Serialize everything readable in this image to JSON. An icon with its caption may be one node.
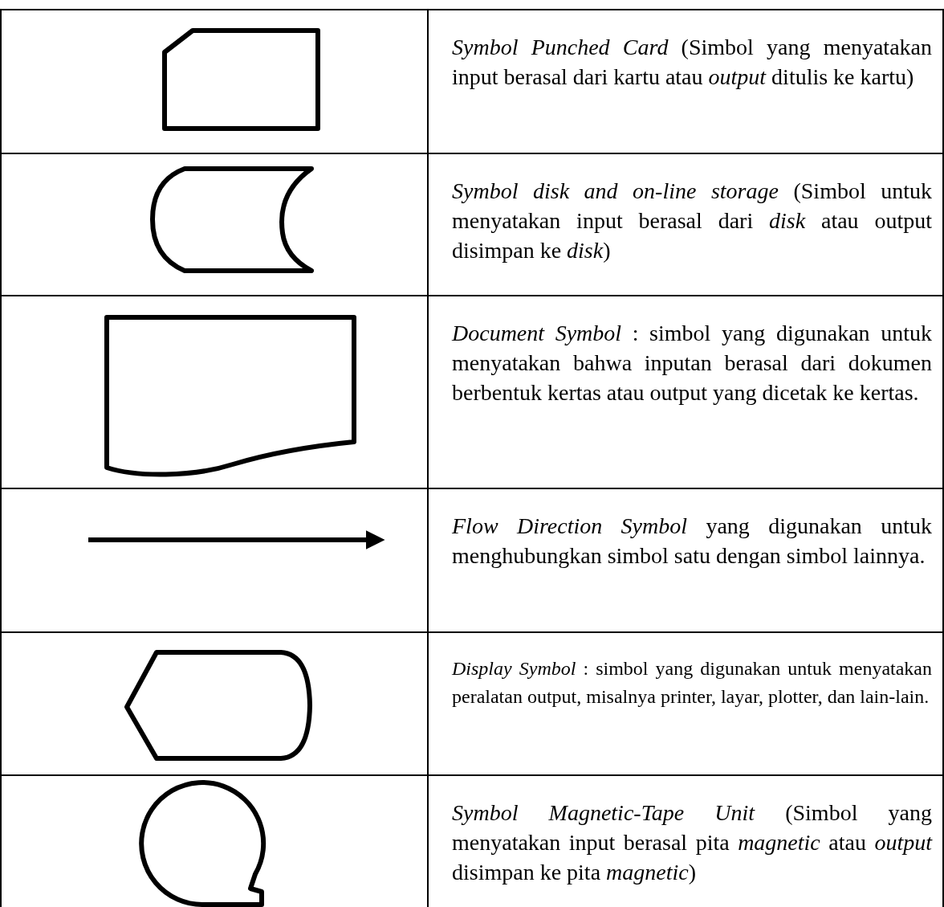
{
  "diagram": {
    "nodes": [
      {
        "text": [],
        "shape": "card"
      },
      {
        "text": [],
        "shape": "storage"
      },
      {
        "text": [],
        "shape": "document"
      },
      {
        "text": [],
        "shape": "display"
      },
      {
        "text": [],
        "shape": "tape"
      }
    ],
    "labels": [
      "*Symbol Punched Card* (Simbol yang menyatakan input berasal dari kartu atau *output* ditulis ke kartu)",
      "*Symbol disk and on-line storage* (Simbol untuk menyatakan input berasal dari *disk* atau output disimpan ke *disk*)",
      "*Document Symbol* : simbol yang digunakan untuk menyatakan bahwa inputan berasal dari dokumen berbentuk kertas atau output yang dicetak ke kertas.",
      "*Flow Direction Symbol* yang digunakan untuk menghubungkan simbol satu dengan simbol lainnya.",
      "*Display Symbol* : simbol yang digunakan untuk menyatakan peralatan output, misalnya printer, layar, plotter, dan lain-lain.",
      "*Symbol Magnetic-Tape Unit* (Simbol yang menyatakan input berasal pita *magnetic* atau *output* disimpan ke pita *magnetic*)"
    ]
  }
}
